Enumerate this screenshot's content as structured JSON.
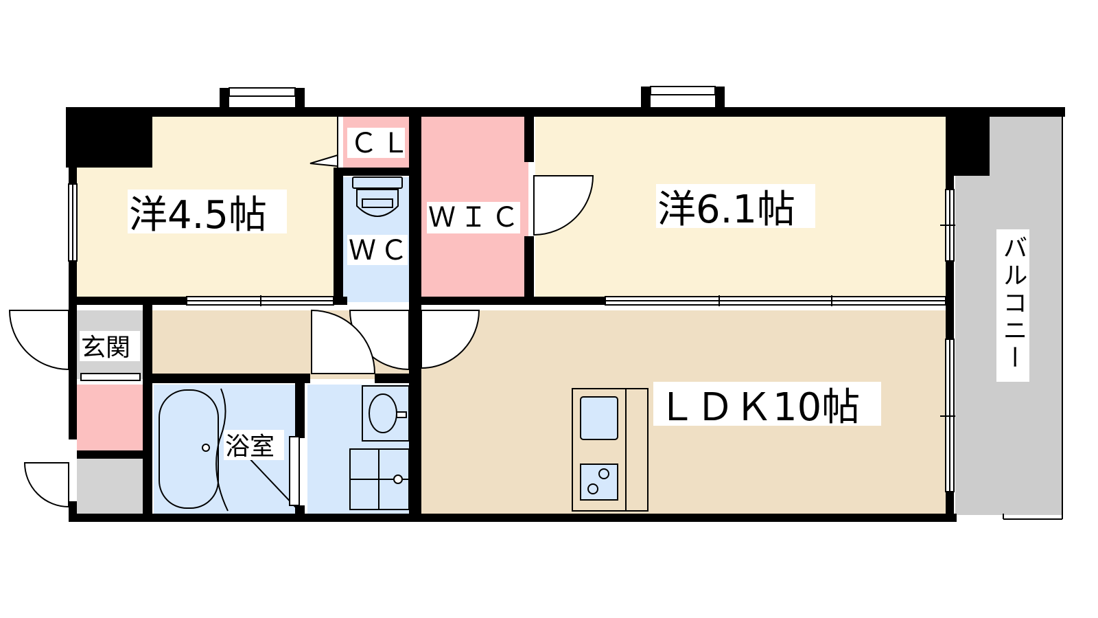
{
  "rooms": {
    "western_small": "洋4.5帖",
    "western_large": "洋6.1帖",
    "ldk": "ＬＤＫ10帖",
    "closet": "ＣＬ",
    "walk_in_closet": "ＷＩＣ",
    "toilet": "ＷＣ",
    "entrance": "玄関",
    "bathroom": "浴室",
    "balcony": "バルコニー"
  },
  "colors": {
    "bedroom": "#fcf2d6",
    "ldk": "#efdfc4",
    "storage": "#fcc0c0",
    "wet_area": "#d6e8fc",
    "balcony": "#cccccc",
    "entrance": "#d3d3d3",
    "wall": "#000000"
  }
}
